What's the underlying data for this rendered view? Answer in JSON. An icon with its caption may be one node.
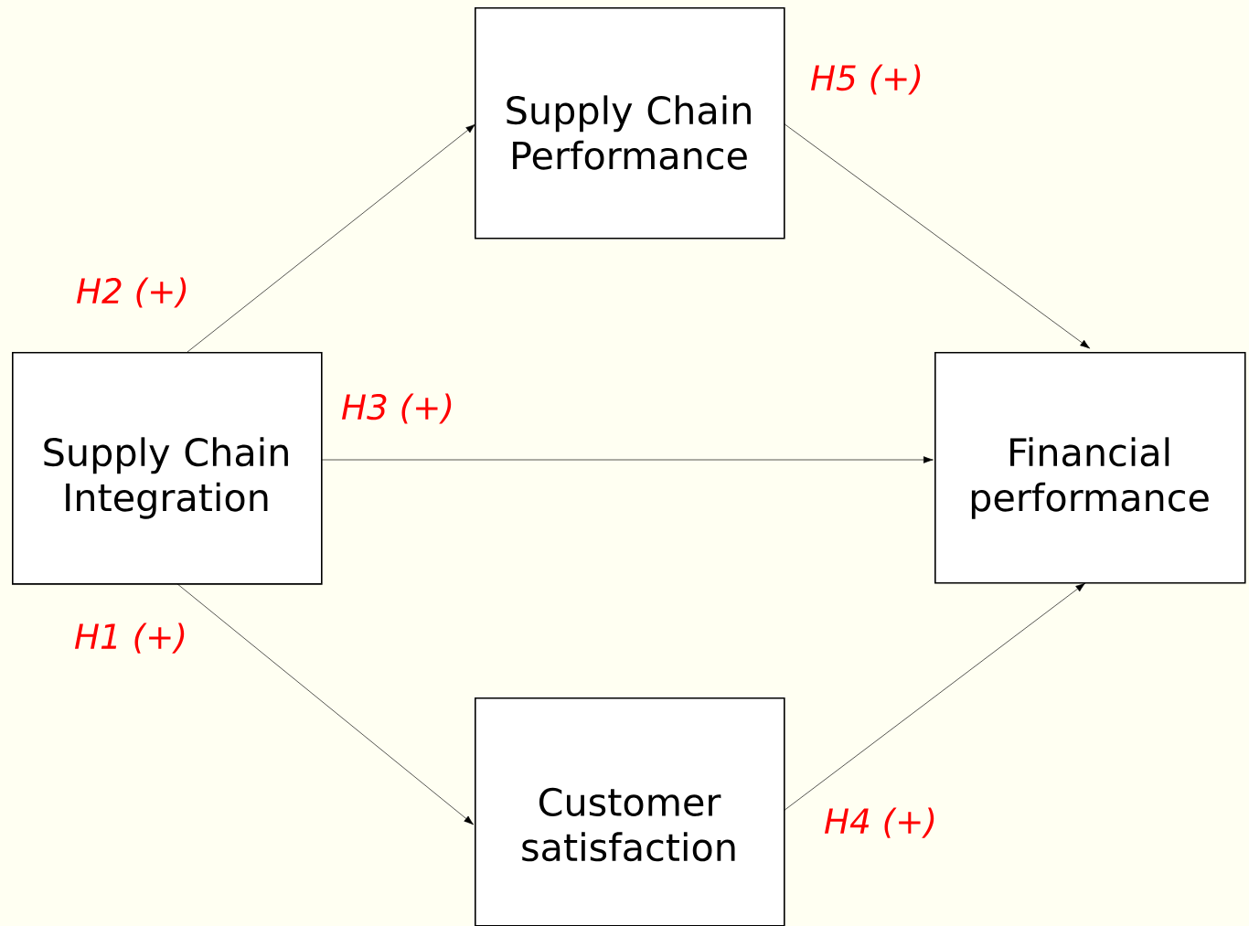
{
  "diagram": {
    "nodes": [
      {
        "text": [
          "Supply Chain Integration"
        ]
      },
      {
        "text": [
          "Supply Chain Performance"
        ]
      },
      {
        "text": [
          "Financial performance"
        ]
      },
      {
        "text": [
          "Customer satisfaction"
        ]
      }
    ],
    "edges": [
      {
        "from": 0,
        "to": 1,
        "arrow": "to",
        "label": "H2 (+)"
      },
      {
        "from": 0,
        "to": 2,
        "arrow": "to",
        "label": "H3 (+)"
      },
      {
        "from": 0,
        "to": 3,
        "arrow": "to",
        "label": "H1 (+)"
      },
      {
        "from": 3,
        "to": 2,
        "arrow": "to",
        "label": "H4 (+)"
      },
      {
        "from": 1,
        "to": 2,
        "arrow": "to",
        "label": "H5 (+)"
      }
    ]
  }
}
